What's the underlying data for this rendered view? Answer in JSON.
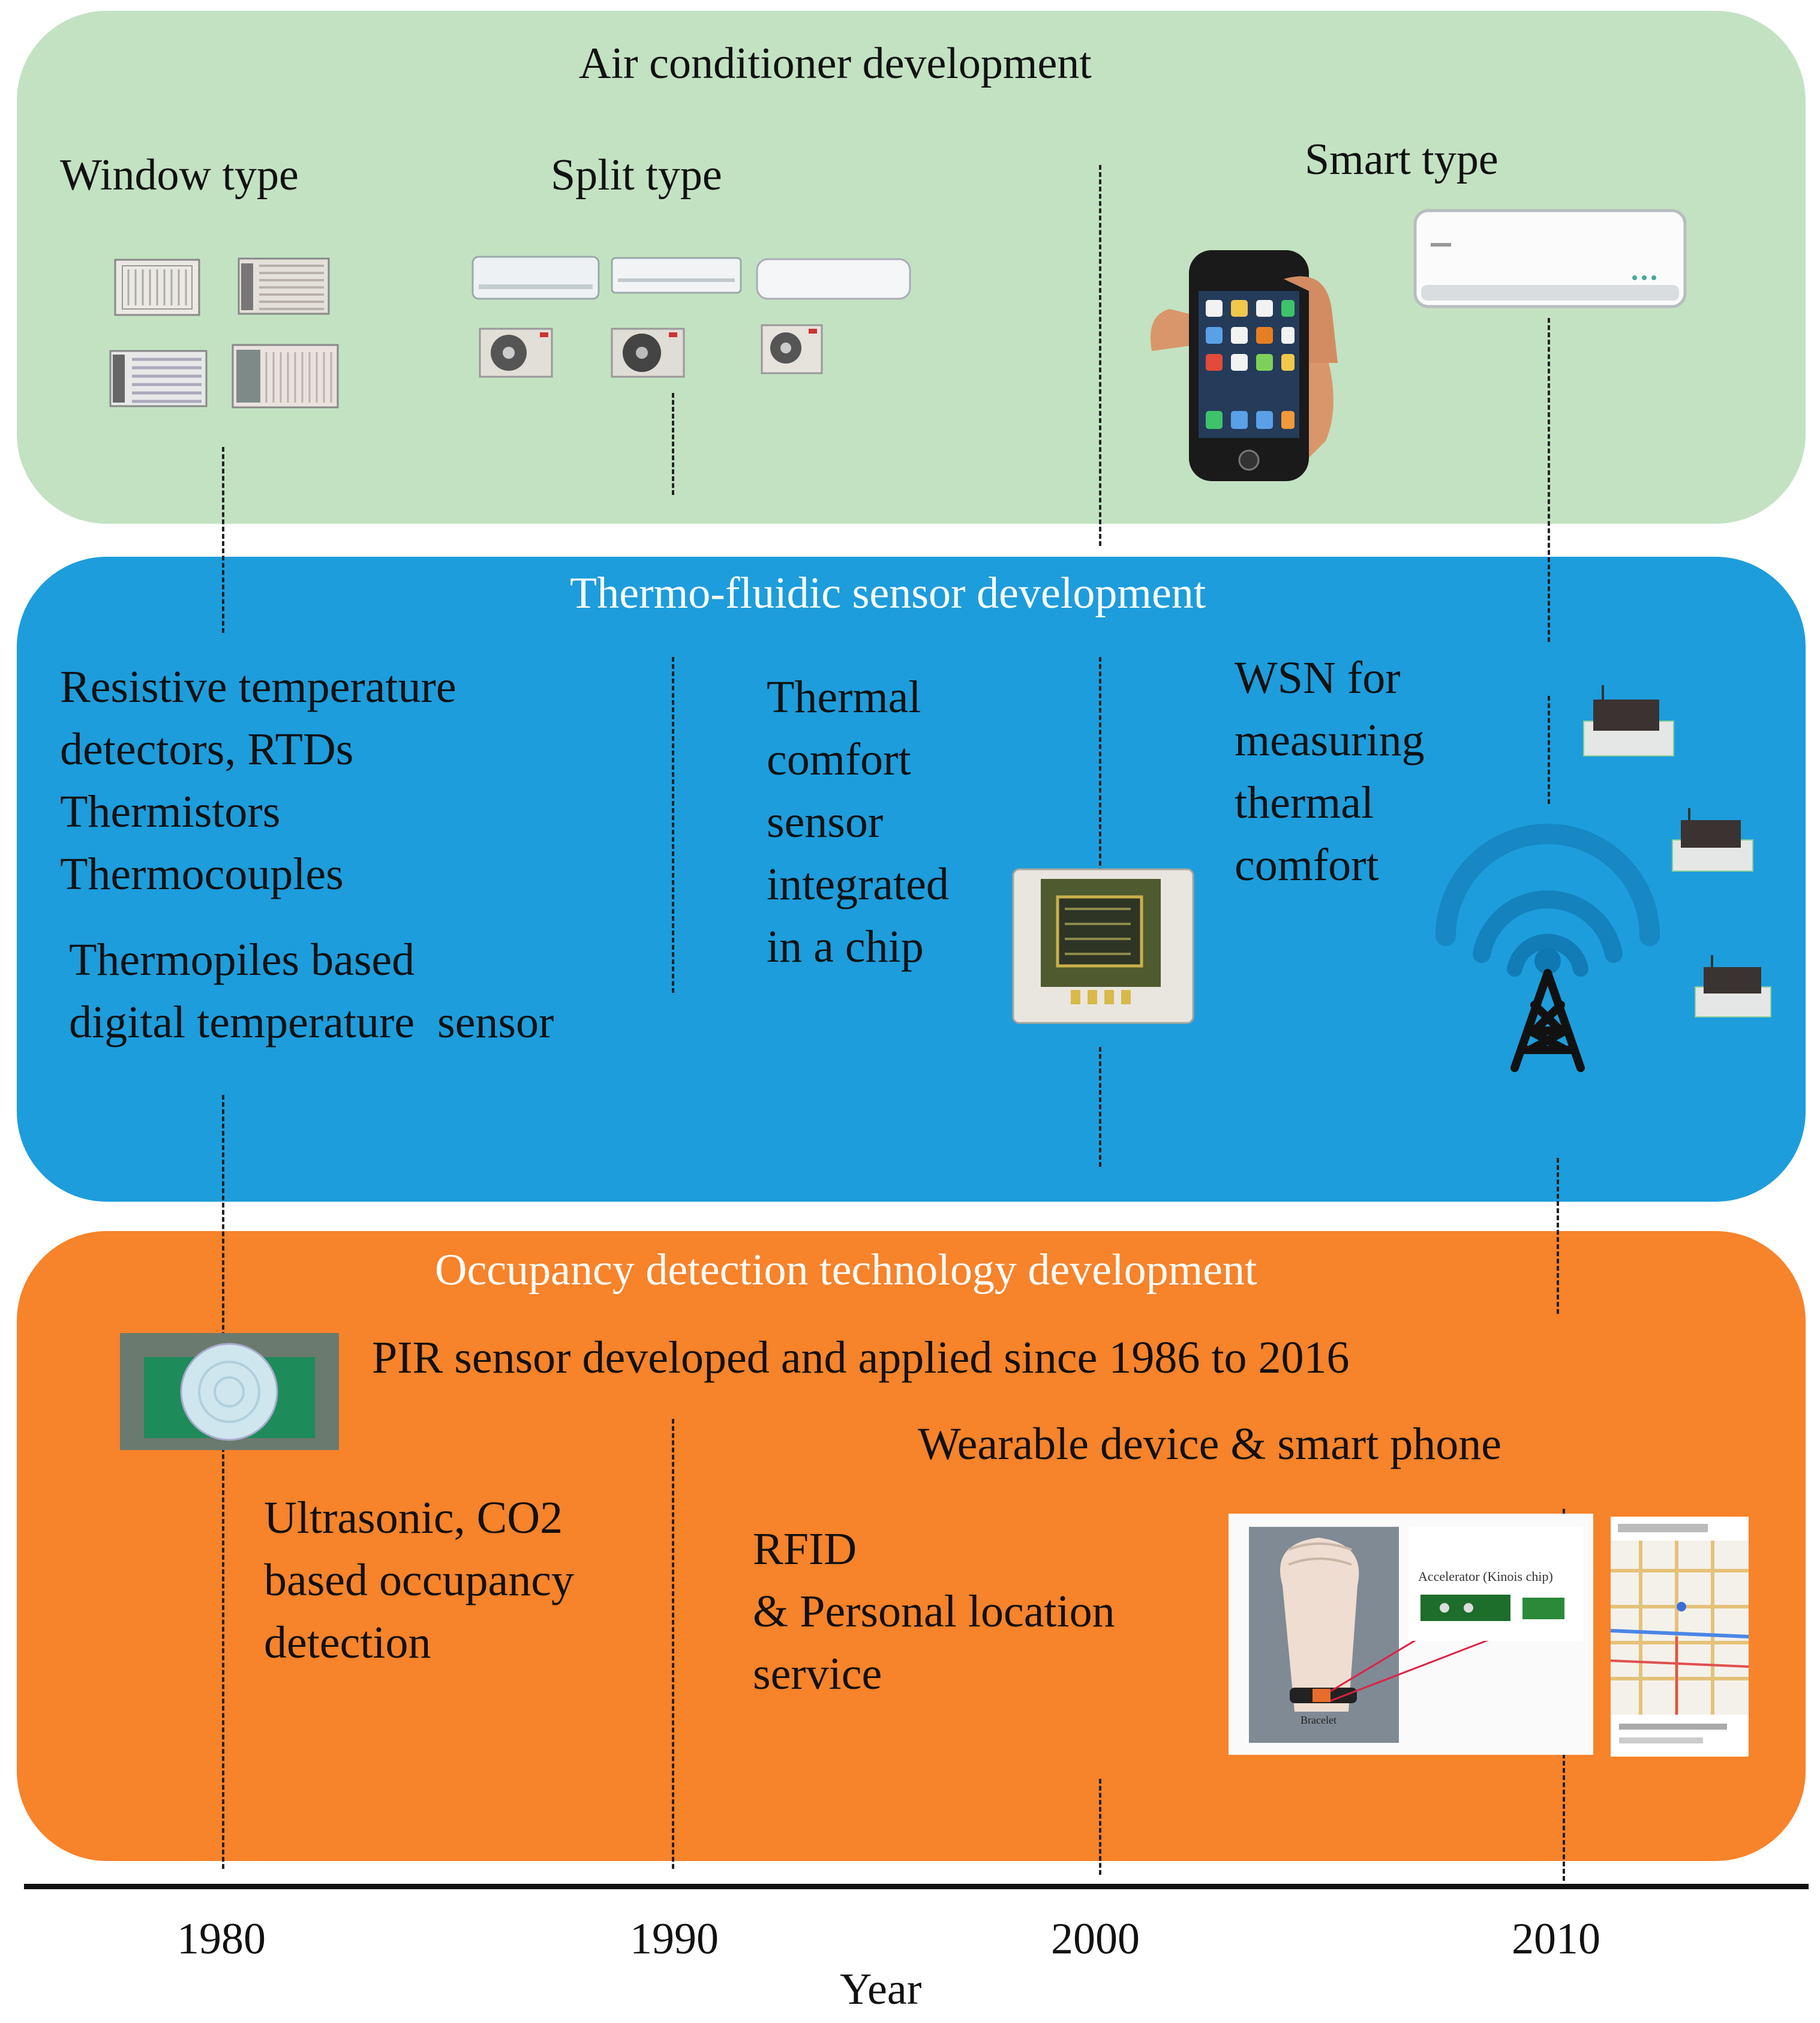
{
  "air_conditioner": {
    "title": "Air conditioner development",
    "window_type": "Window type",
    "split_type": "Split type",
    "smart_type": "Smart type"
  },
  "thermo": {
    "title": "Thermo-fluidic  sensor development",
    "item1": "Resistive temperature\ndetectors, RTDs\nThermistors\nThermocouples",
    "item2": "Thermopiles based\ndigital temperature  sensor",
    "item3": "Thermal\ncomfort\nsensor\nintegrated\nin a chip",
    "item4": "WSN for\nmeasuring\nthermal\ncomfort"
  },
  "occupancy": {
    "title": "Occupancy  detection  technology  development",
    "pir": "PIR sensor developed and applied since 1986 to 2016",
    "ultrasonic": "Ultrasonic, CO2\nbased occupancy\ndetection",
    "rfid": "RFID\n& Personal location\nservice",
    "wearable": "Wearable device & smart phone",
    "accelerator_label": "Accelerator (Kinois chip)",
    "bracelet_label": "Bracelet"
  },
  "axis": {
    "title": "Year",
    "years": [
      "1980",
      "1990",
      "2000",
      "2010"
    ]
  },
  "colors": {
    "air_conditioner_panel": "#c3e2c2",
    "thermo_panel": "#1d9ddc",
    "occupancy_panel": "#f7832a"
  }
}
